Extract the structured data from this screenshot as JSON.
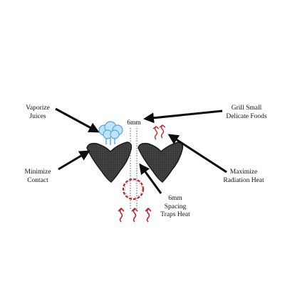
{
  "labels": {
    "vaporize": [
      "Vaporize",
      "Juices"
    ],
    "minimize": [
      "Minimize",
      "Contact"
    ],
    "gap_top": "6mm",
    "grill": [
      "Grill Small",
      "Delicate Foods"
    ],
    "maximize": [
      "Maximize",
      "Radiation Heat"
    ],
    "spacing": [
      "6mm",
      "Spacing",
      "Traps Heat"
    ]
  },
  "colors": {
    "grate_dark": "#2b2b2b",
    "grate_fill": "#3c3c3c",
    "arrow": "#0d0d0d",
    "heat_red": "#c0242b",
    "steam_blue": "#4fa6e6",
    "steam_light": "#bfe3fb"
  },
  "icons": {
    "steam": "steam-cloud-icon",
    "heat_waves": "heat-wave-icon",
    "heat_swirl": "heat-swirl-icon"
  }
}
